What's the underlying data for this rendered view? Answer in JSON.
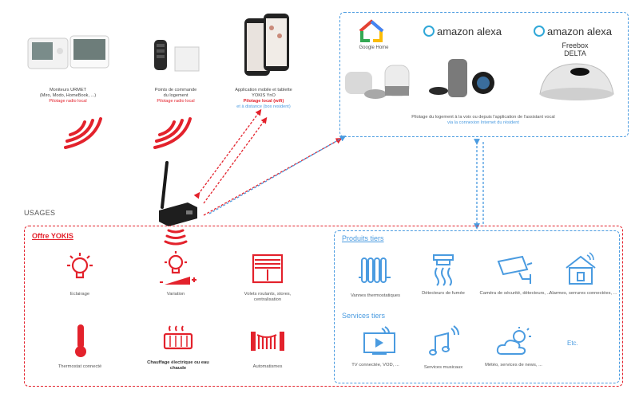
{
  "devices": [
    {
      "name": "Moniteurs URMET",
      "sub": "(Miro, Modo, HomeBook, ...)",
      "pilot": "Pilotage radio local"
    },
    {
      "name": "Points de commande",
      "sub": "du logement",
      "pilot": "Pilotage radio local"
    },
    {
      "name": "Application mobile et tablette",
      "sub": "YOKIS YnO",
      "pilot": "Pilotage local (wifi)",
      "remote": "et à distance (box resident)"
    }
  ],
  "assistants": {
    "google": "Google Home",
    "alexa1": "amazon alexa",
    "alexa2": "amazon alexa",
    "freebox_line1": "Freebox",
    "freebox_line2": "DELTA",
    "caption": "Pilotage du logement à la voix ou depuis l'application de l'assistant vocal",
    "caption2": "via la connexion Internet du résident"
  },
  "usages_title": "USAGES",
  "yokis": {
    "title": "Offre YOKIS",
    "items": [
      {
        "label": "Eclairage",
        "icon": "bulb-icon"
      },
      {
        "label": "Variation",
        "icon": "dimmer-icon"
      },
      {
        "label": "Volets roulants, stores, centralisation",
        "icon": "shutter-icon"
      },
      {
        "label": "Thermostat connecté",
        "icon": "thermometer-icon"
      },
      {
        "label": "Chauffage électrique ou eau chaude",
        "icon": "radiator-icon"
      },
      {
        "label": "Automatismes",
        "icon": "gate-icon"
      }
    ]
  },
  "tiers": {
    "products_title": "Produits tiers",
    "products": [
      {
        "label": "Vannes thermostatiques",
        "icon": "valve-icon"
      },
      {
        "label": "Détecteurs de fumée",
        "icon": "smoke-detector-icon"
      },
      {
        "label": "Caméra de sécurité, détecteurs, ...",
        "icon": "camera-icon"
      },
      {
        "label": "Alarmes, serrures connectées, ...",
        "icon": "alarm-house-icon"
      }
    ],
    "services_title": "Services tiers",
    "services": [
      {
        "label": "TV connectée, VOD, ...",
        "icon": "tv-icon"
      },
      {
        "label": "Services musicaux",
        "icon": "music-icon"
      },
      {
        "label": "Météo, services de news, ...",
        "icon": "weather-icon"
      },
      {
        "label": "Etc.",
        "icon": ""
      }
    ]
  },
  "colors": {
    "red": "#e3222c",
    "blue": "#4a9be0",
    "gray": "#555555"
  }
}
